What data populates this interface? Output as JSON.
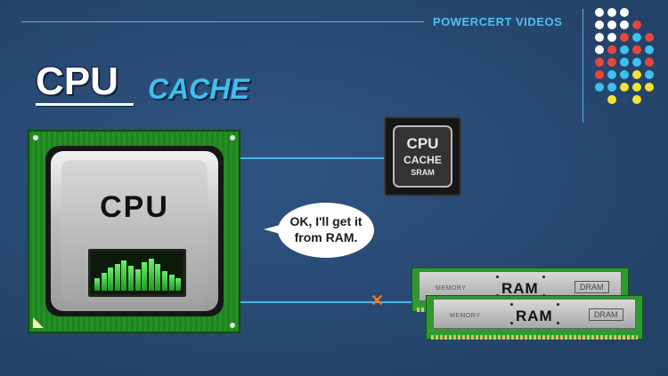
{
  "header": {
    "brand": "POWERCERT VIDEOS",
    "title_main": "CPU",
    "title_sub": "CACHE"
  },
  "cpu_chip": {
    "label": "CPU"
  },
  "speech_bubble": {
    "line1": "OK, I'll get it",
    "line2": "from RAM."
  },
  "cache_chip": {
    "line1": "CPU",
    "line2": "CACHE",
    "line3": "SRAM"
  },
  "ram_modules": [
    {
      "label": "RAM",
      "memory_text": "MEMORY",
      "type_text": "DRAM"
    },
    {
      "label": "RAM",
      "memory_text": "MEMORY",
      "type_text": "DRAM"
    }
  ],
  "dot_colors": [
    "#ffffff",
    "#e8463a",
    "#3ec0f0",
    "#f4e233"
  ],
  "accent_line_color": "#4fb3e8",
  "blocked_marker_icon": "orange-x"
}
